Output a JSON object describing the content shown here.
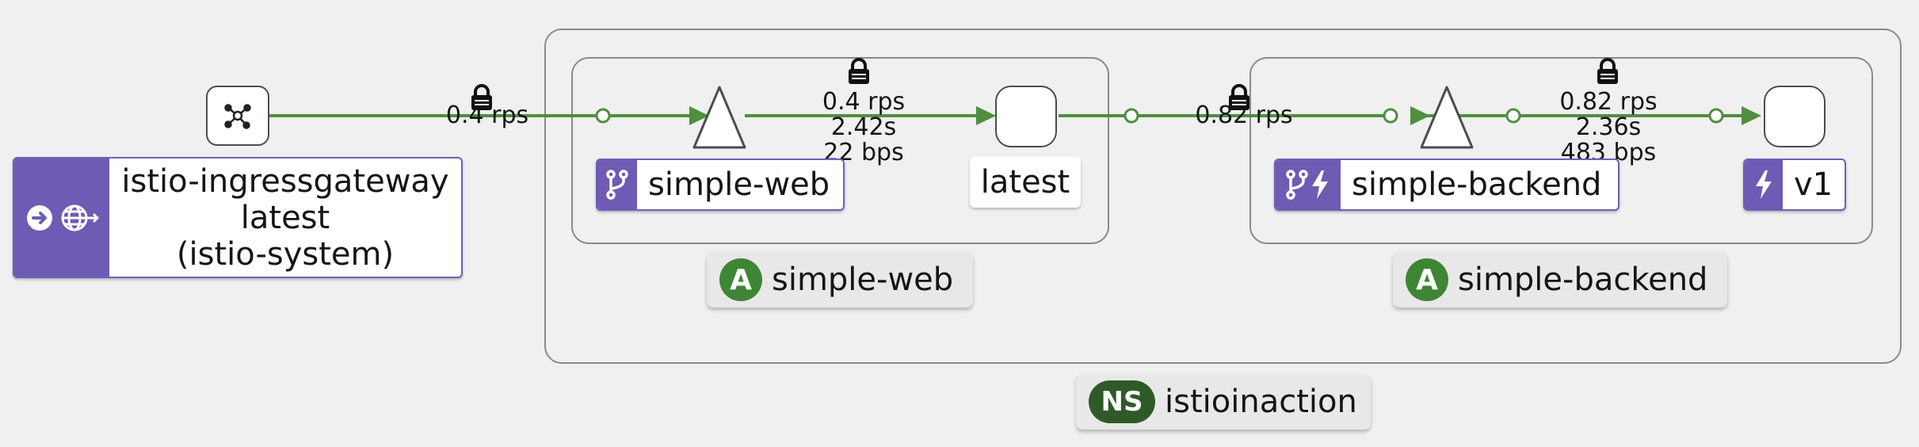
{
  "colors": {
    "edge": "#4f8f3f",
    "badge_purple": "#6d5bb4",
    "app_green": "#3e8635",
    "ns_green": "#2f5a27"
  },
  "gateway": {
    "icon": "cluster-icon",
    "label_line1": "istio-ingressgateway",
    "label_line2": "latest",
    "label_line3": "(istio-system)"
  },
  "edges": {
    "gateway_to_web": {
      "rps": "0.4 rps"
    },
    "web_to_latest": {
      "rps": "0.4 rps",
      "latency": "2.42s",
      "throughput": "22 bps"
    },
    "latest_to_backend": {
      "rps": "0.82 rps"
    },
    "backend_to_v1": {
      "rps": "0.82 rps",
      "latency": "2.36s",
      "throughput": "483 bps"
    }
  },
  "services": {
    "web": {
      "label": "simple-web"
    },
    "latest": {
      "label": "latest"
    },
    "backend": {
      "label": "simple-backend"
    },
    "v1": {
      "label": "v1"
    }
  },
  "apps": {
    "web": {
      "badge": "A",
      "label": "simple-web"
    },
    "backend": {
      "badge": "A",
      "label": "simple-backend"
    }
  },
  "namespace": {
    "badge": "NS",
    "label": "istioinaction"
  }
}
